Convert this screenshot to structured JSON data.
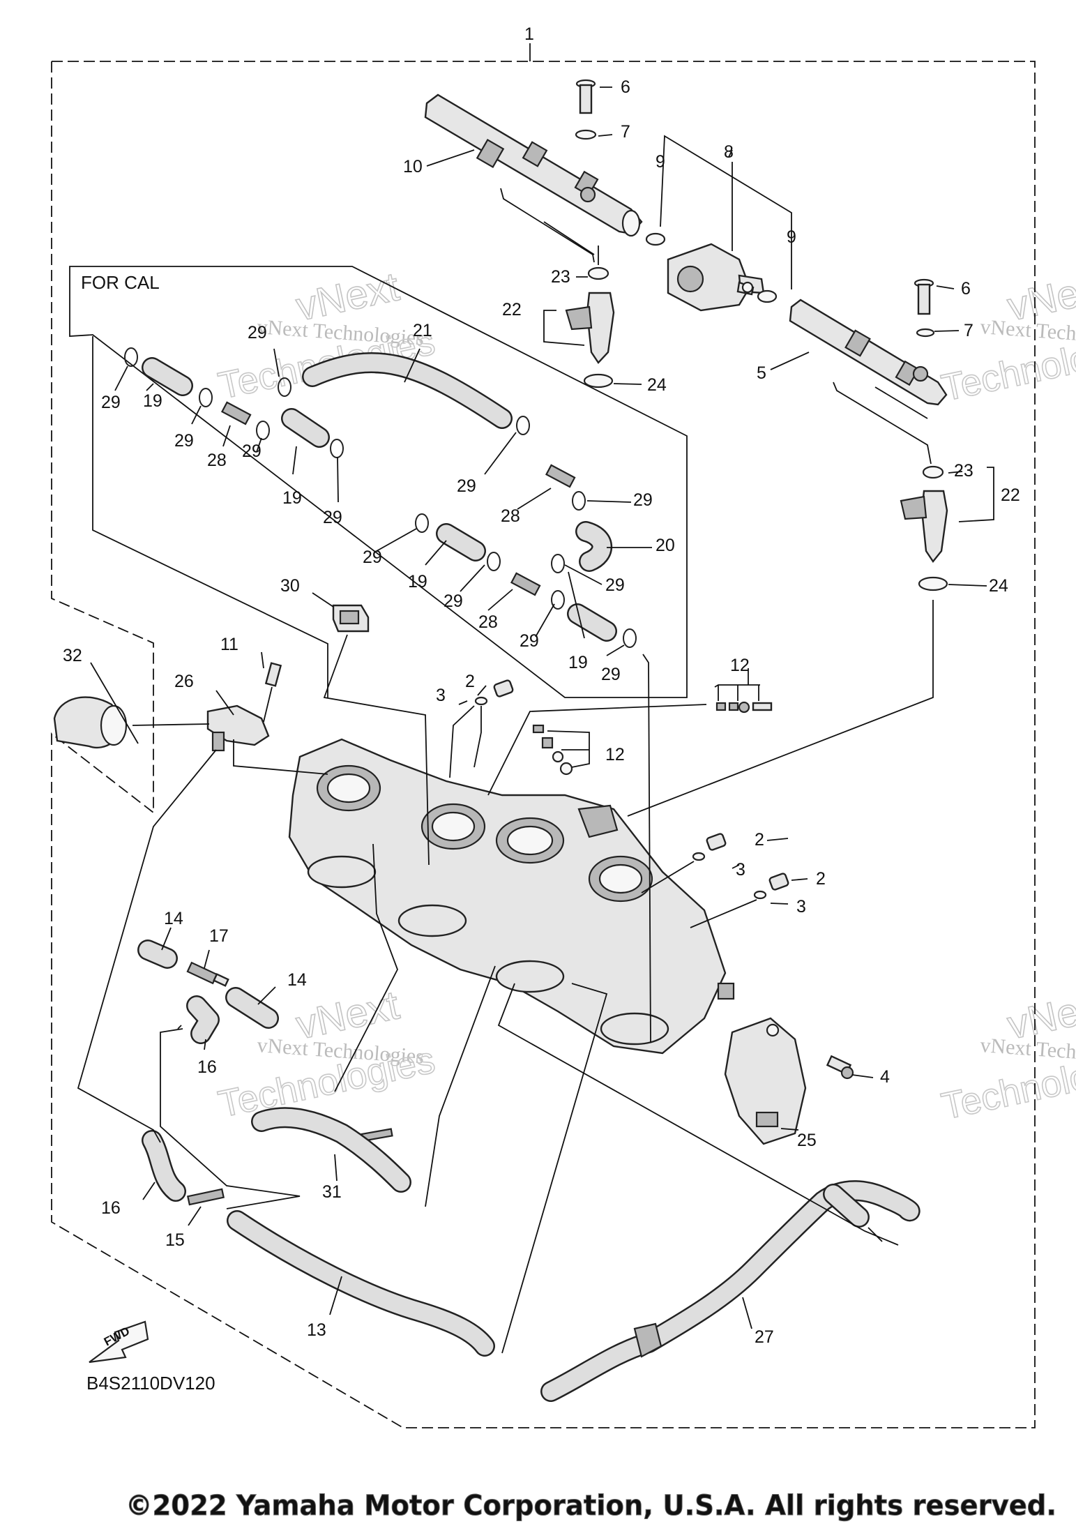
{
  "diagram": {
    "diagram_code": "B4S2110DV120",
    "variant_note": "FOR CAL",
    "fwd_label": "FWD",
    "copyright": "©2022 Yamaha Motor Corporation, U.S.A. All rights reserved.",
    "watermark_line1": "vNext Technologies",
    "watermark_line2": "vNext",
    "watermark_line3": "Technologies",
    "callouts": [
      "1",
      "2",
      "2",
      "2",
      "3",
      "3",
      "3",
      "4",
      "5",
      "6",
      "6",
      "7",
      "7",
      "8",
      "9",
      "9",
      "10",
      "11",
      "12",
      "12",
      "13",
      "14",
      "14",
      "15",
      "16",
      "16",
      "17",
      "19",
      "19",
      "19",
      "19",
      "20",
      "21",
      "22",
      "22",
      "23",
      "23",
      "24",
      "24",
      "25",
      "26",
      "27",
      "28",
      "28",
      "28",
      "29",
      "29",
      "29",
      "29",
      "29",
      "29",
      "29",
      "29",
      "29",
      "29",
      "29",
      "29",
      "30",
      "31",
      "32"
    ]
  }
}
